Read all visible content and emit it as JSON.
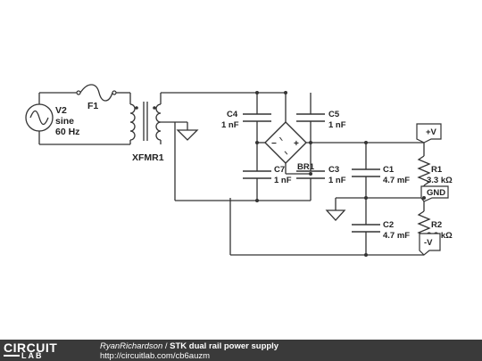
{
  "components": {
    "v2": {
      "ref": "V2",
      "type": "sine",
      "freq": "60 Hz"
    },
    "f1": {
      "ref": "F1"
    },
    "xfmr1": {
      "ref": "XFMR1"
    },
    "br1": {
      "ref": "BR1"
    },
    "c4": {
      "ref": "C4",
      "value": "1 nF"
    },
    "c5": {
      "ref": "C5",
      "value": "1 nF"
    },
    "c7": {
      "ref": "C7",
      "value": "1 nF"
    },
    "c3": {
      "ref": "C3",
      "value": "1 nF"
    },
    "c1": {
      "ref": "C1",
      "value": "4.7 mF"
    },
    "c2": {
      "ref": "C2",
      "value": "4.7 mF"
    },
    "r1": {
      "ref": "R1",
      "value": "3.3 kΩ"
    },
    "r2": {
      "ref": "R2",
      "value": "3.3 kΩ"
    }
  },
  "bridge_signs": {
    "plus": "+",
    "minus": "−",
    "ac_left": "~",
    "ac_right": "~"
  },
  "ports": {
    "vplus": "+V",
    "gnd": "GND",
    "vminus": "-V"
  },
  "footer": {
    "logo_top": "CIRCUIT",
    "logo_bottom": "LAB",
    "author": "RyanRichardson",
    "separator": " / ",
    "title": "STK dual rail power supply",
    "url": "http://circuitlab.com/cb6auzm"
  },
  "colors": {
    "wire": "#333333",
    "footer_bg": "#3a3a3a",
    "port_fill": "#ffffff"
  }
}
